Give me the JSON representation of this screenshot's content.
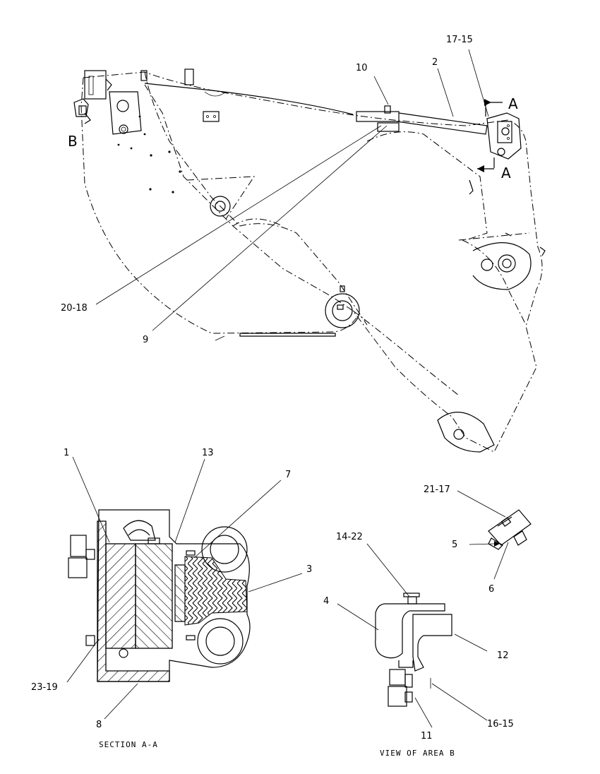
{
  "callouts": {
    "c_17_15": "17-15",
    "c_2": "2",
    "c_10": "10",
    "c_A_top": "A",
    "c_A_bottom": "A",
    "c_B": "B",
    "c_20_18": "20-18",
    "c_9": "9",
    "c_1": "1",
    "c_13": "13",
    "c_7": "7",
    "c_3": "3",
    "c_23_19": "23-19",
    "c_8": "8",
    "c_21_17": "21-17",
    "c_5": "5",
    "c_6": "6",
    "c_14_22": "14-22",
    "c_4": "4",
    "c_12": "12",
    "c_16_15": "16-15",
    "c_11": "11"
  },
  "captions": {
    "section_aa": "SECTION A-A",
    "view_area_b": "VIEW OF AREA B"
  }
}
